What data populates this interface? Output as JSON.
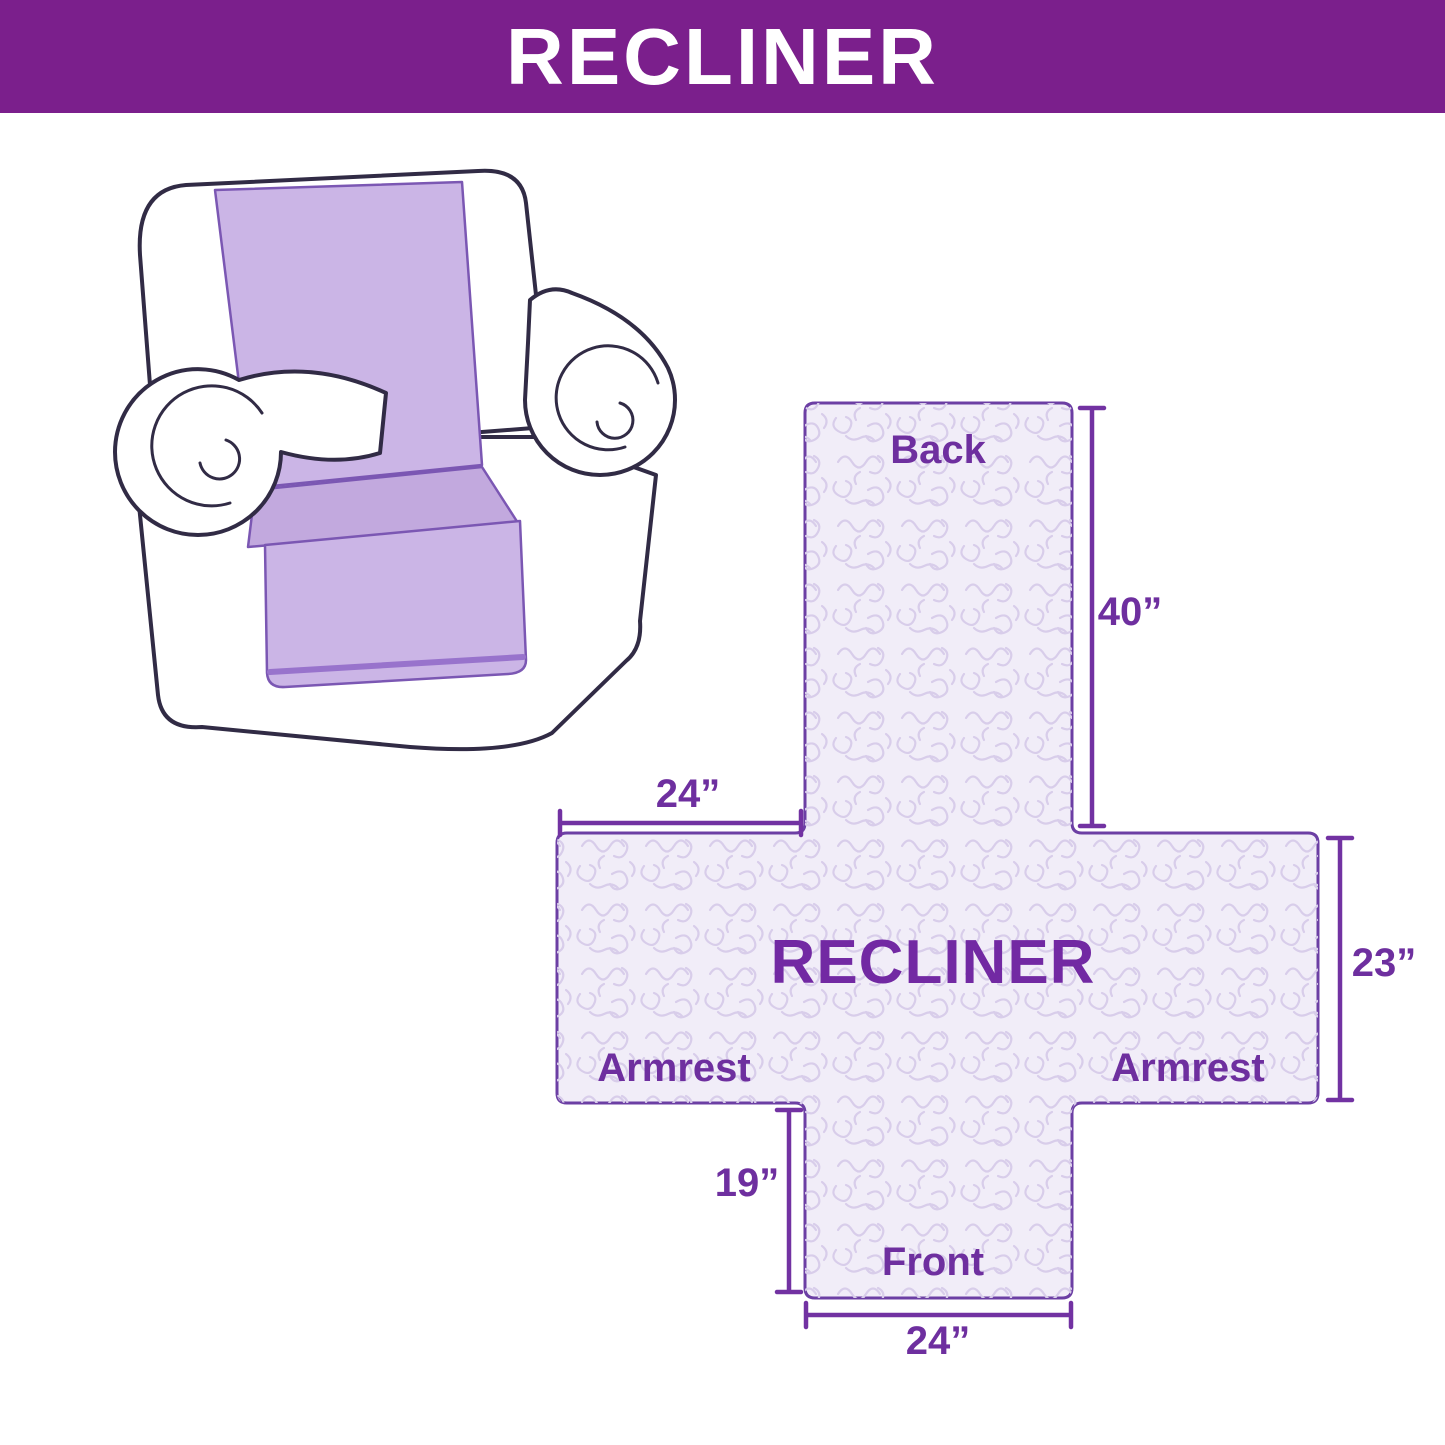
{
  "header": {
    "title": "RECLINER",
    "bg_color": "#7B1F8C",
    "text_color": "#FFFFFF"
  },
  "chair_illustration": {
    "description": "armchair recliner with quilted slipcover draped over back, seat and front",
    "cover_color": "#CBB5E6",
    "outline_color": "#312B45"
  },
  "diagram": {
    "center_label": "RECLINER",
    "back_label": "Back",
    "front_label": "Front",
    "armrest_left_label": "Armrest",
    "armrest_right_label": "Armrest",
    "dim_back_height": "40”",
    "dim_armrest_width": "24”",
    "dim_side_height": "23”",
    "dim_front_height": "19”",
    "dim_front_width": "24”",
    "fill_color": "#F1EDF8",
    "pattern_color": "#D8CDEA",
    "outline_color": "#6C3FA4",
    "text_color": "#6E2F9F",
    "dimension_line_color": "#7232A2"
  }
}
